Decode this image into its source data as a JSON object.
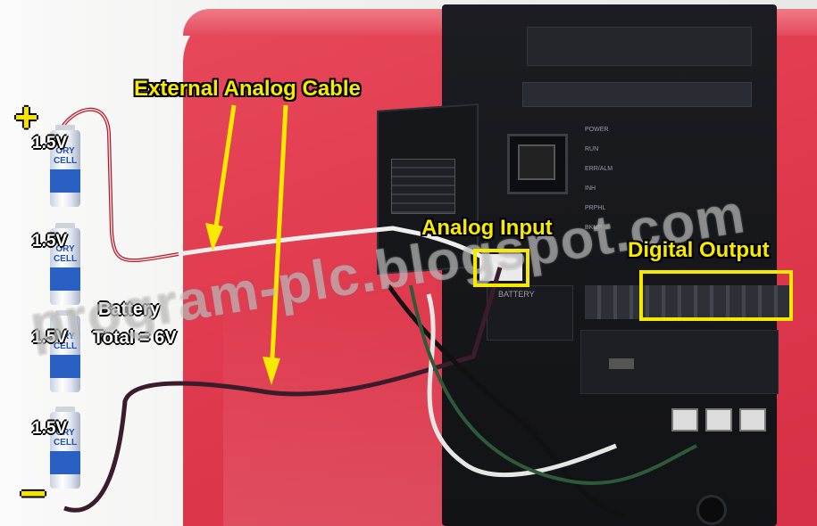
{
  "labels": {
    "cable": "External Analog Cable",
    "analog_input": "Analog Input",
    "digital_output": "Digital Output",
    "battery_title": "Battery",
    "battery_total": "Total = 6V",
    "plus": "+",
    "minus": "−"
  },
  "cells": [
    {
      "voltage": "1.5V",
      "brand": "ORY CELL"
    },
    {
      "voltage": "1.5V",
      "brand": "ORY CELL"
    },
    {
      "voltage": "1.5V",
      "brand": "ORY CELL"
    },
    {
      "voltage": "1.5V",
      "brand": "ORY CELL"
    }
  ],
  "plc": {
    "leds": [
      "POWER",
      "RUN",
      "ERR/ALM",
      "INH",
      "PRPHL",
      "BKUP"
    ],
    "battery_slot": "BATTERY"
  },
  "watermark": "program-plc.blogspot.com",
  "colors": {
    "annotation": "#f7ea00",
    "tray": "#e03a4e",
    "plc": "#15161a"
  }
}
